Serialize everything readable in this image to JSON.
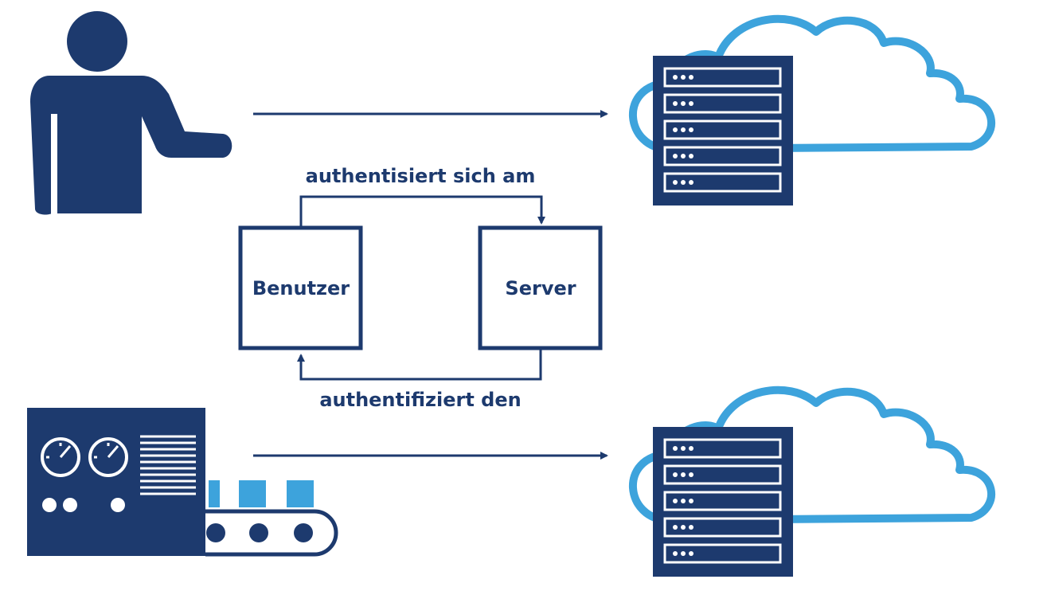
{
  "diagram": {
    "top_label": "authentisiert sich am",
    "bottom_label": "authentifiziert den",
    "box_left_label": "Benutzer",
    "box_right_label": "Server",
    "icons": {
      "person": "person-icon",
      "machine": "machine-conveyor-icon",
      "cloud_server_top": "cloud-server-icon",
      "cloud_server_bottom": "cloud-server-icon"
    }
  },
  "colors": {
    "navy": "#1d3a6e",
    "cloud_blue": "#3da3dc",
    "light_blue": "#3da3dc",
    "white": "#ffffff"
  }
}
